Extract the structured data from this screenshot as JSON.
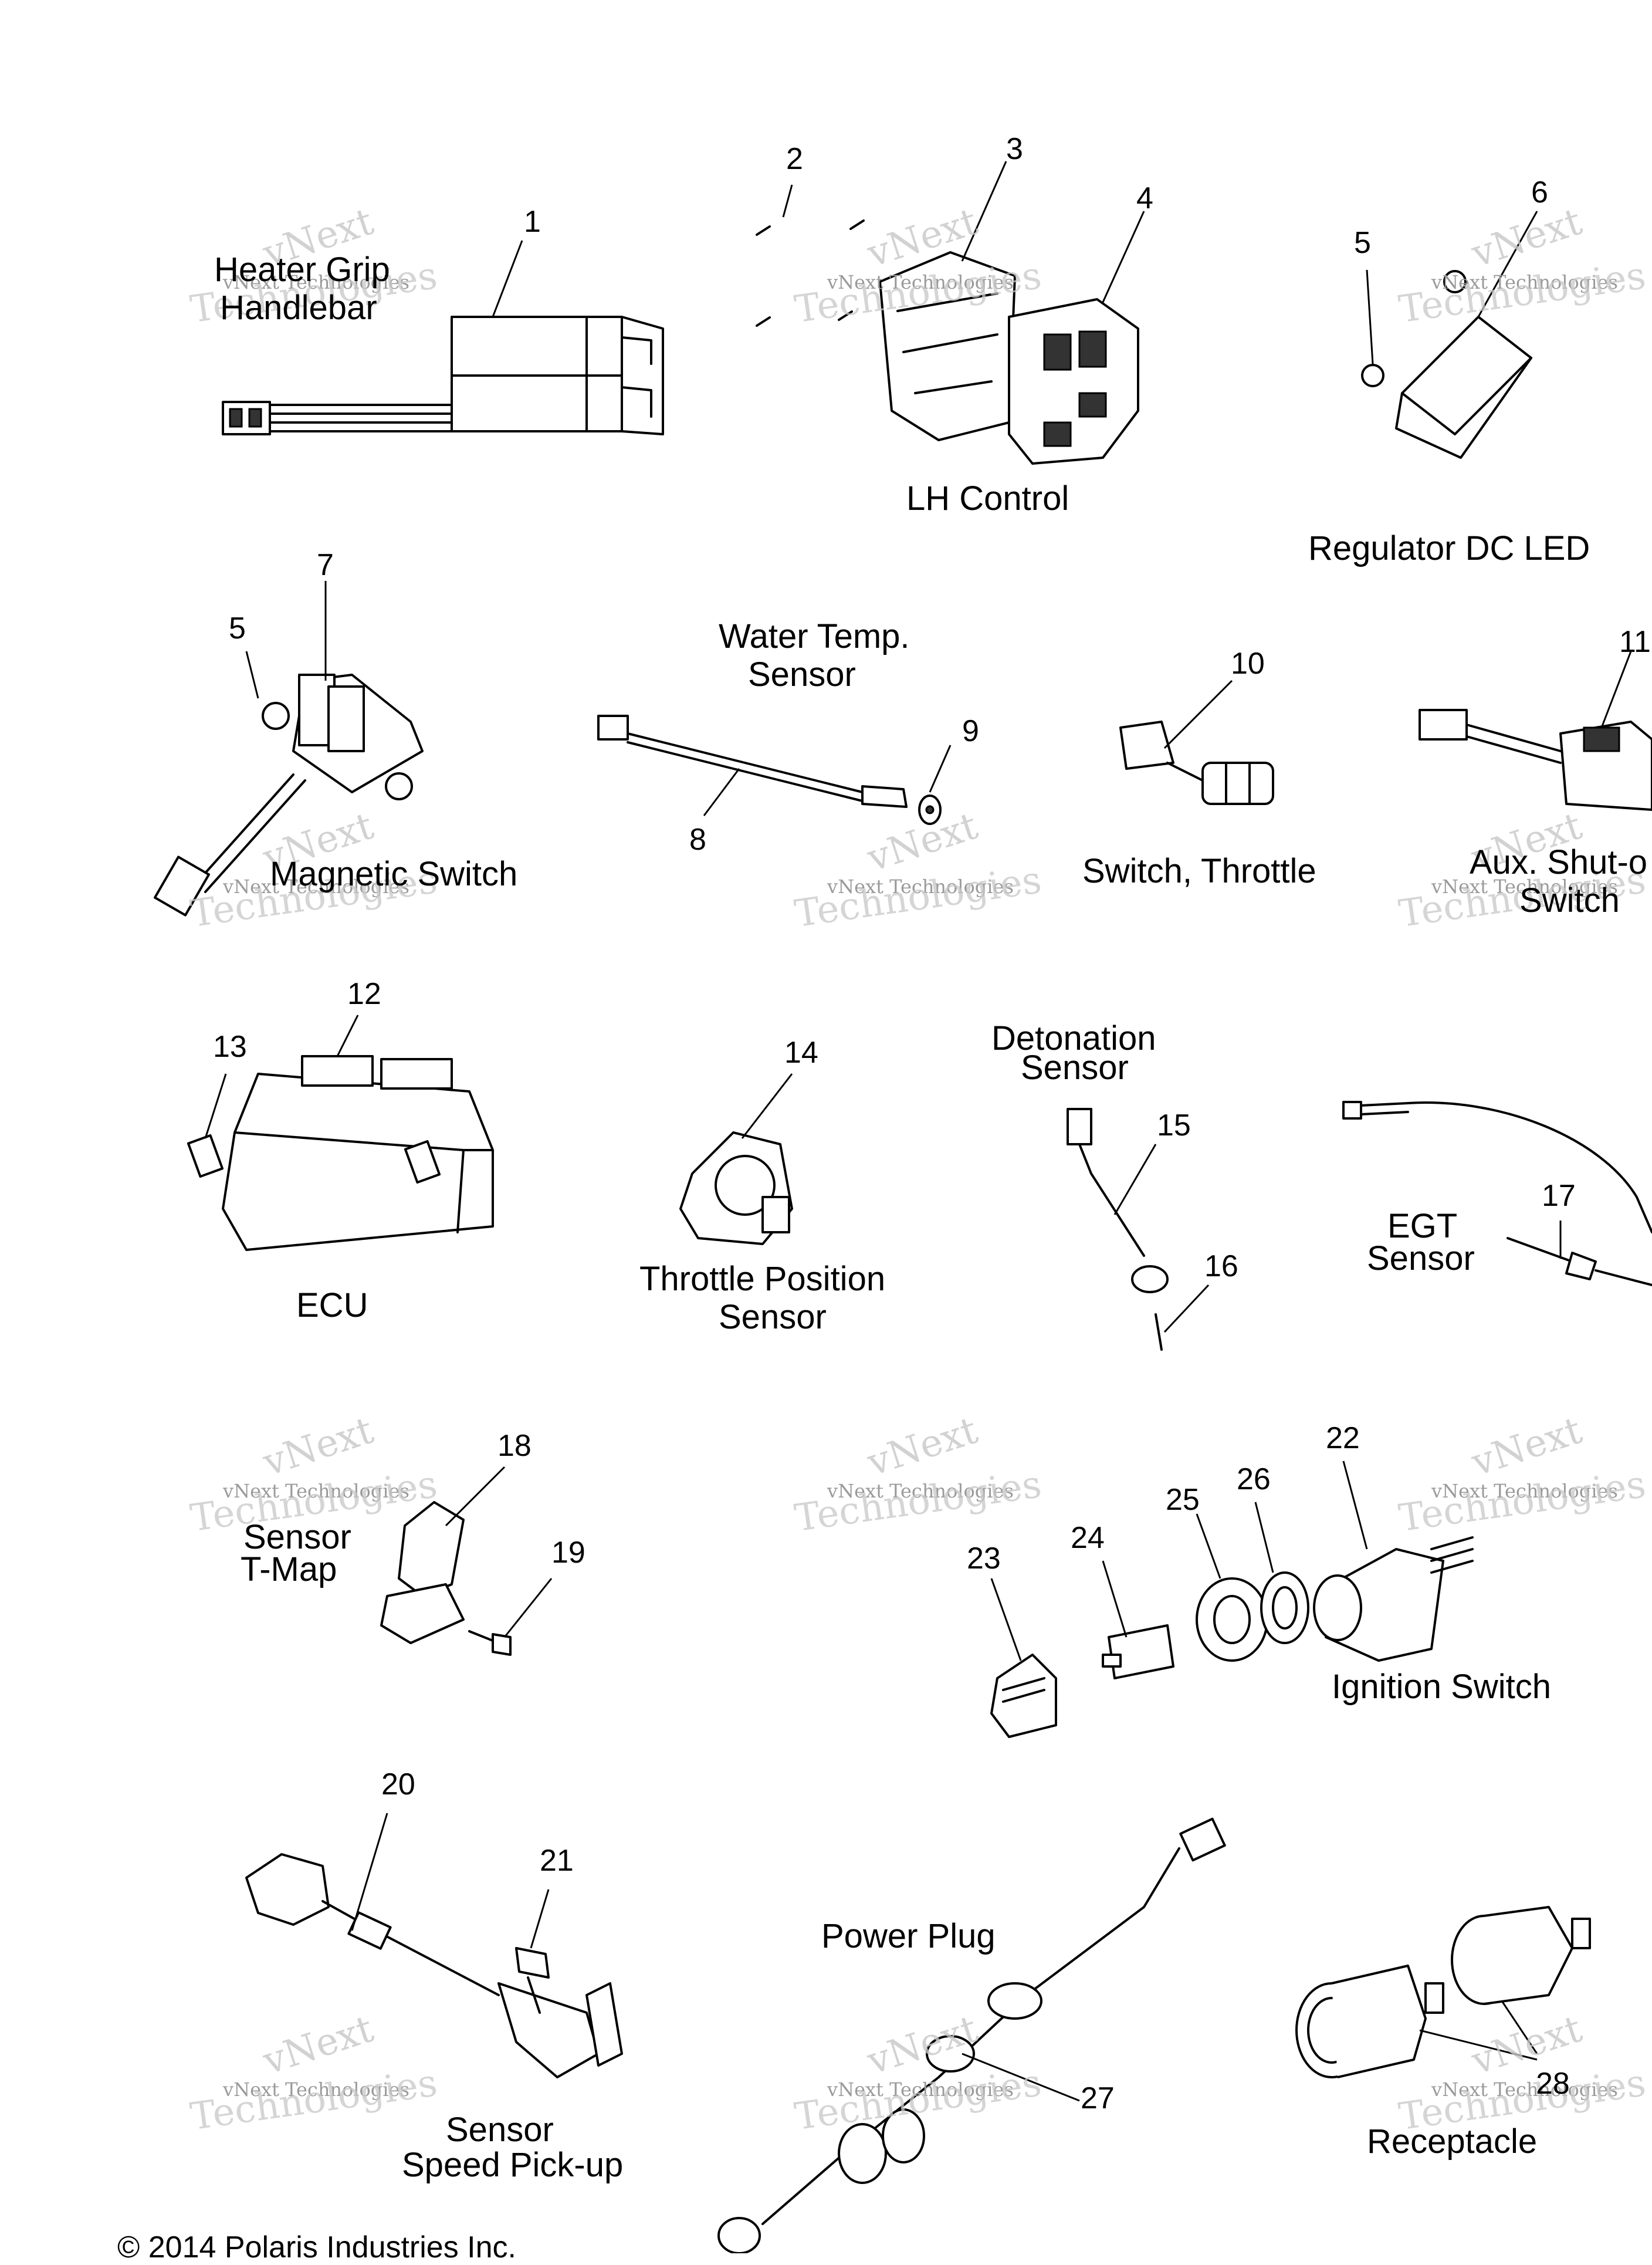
{
  "labels": {
    "heater_grip": "Heater Grip",
    "handlebar": "Handlebar",
    "lh_control": "LH Control",
    "regulator": "Regulator DC LED",
    "water_temp_1": "Water Temp.",
    "water_temp_2": "Sensor",
    "magnetic_switch": "Magnetic Switch",
    "switch_throttle": "Switch, Throttle",
    "aux_shutoff_1": "Aux. Shut-o",
    "aux_shutoff_2": "Switch",
    "detonation_1": "Detonation",
    "detonation_2": "Sensor",
    "ecu": "ECU",
    "tps_1": "Throttle Position",
    "tps_2": "Sensor",
    "egt_1": "EGT",
    "egt_2": "Sensor",
    "tmap_1": "Sensor",
    "tmap_2": "T-Map",
    "ignition_switch": "Ignition Switch",
    "power_plug": "Power Plug",
    "speed_1": "Sensor",
    "speed_2": "Speed Pick-up",
    "receptacle": "Receptacle"
  },
  "part_numbers": [
    "1",
    "2",
    "3",
    "4",
    "5",
    "6",
    "5",
    "7",
    "8",
    "9",
    "10",
    "11",
    "12",
    "13",
    "14",
    "15",
    "16",
    "17",
    "18",
    "19",
    "20",
    "21",
    "22",
    "23",
    "24",
    "25",
    "26",
    "27",
    "28"
  ],
  "watermark": {
    "line_a": "vNext",
    "line_b": "vNext Technologies",
    "line_c": "Technologies"
  },
  "copyright": "© 2014 Polaris Industries Inc."
}
